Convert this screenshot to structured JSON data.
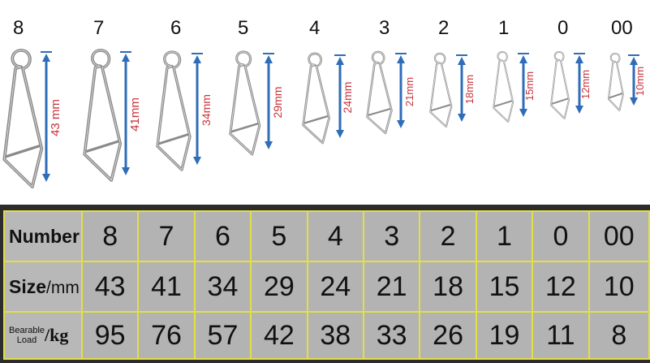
{
  "clips": [
    {
      "number": "8",
      "length": "43 mm"
    },
    {
      "number": "7",
      "length": "41mm"
    },
    {
      "number": "6",
      "length": "34mm"
    },
    {
      "number": "5",
      "length": "29mm"
    },
    {
      "number": "4",
      "length": "24mm"
    },
    {
      "number": "3",
      "length": "21mm"
    },
    {
      "number": "2",
      "length": "18mm"
    },
    {
      "number": "1",
      "length": "15mm"
    },
    {
      "number": "0",
      "length": "12mm"
    },
    {
      "number": "00",
      "length": "10mm"
    }
  ],
  "table": {
    "row_labels": {
      "number": "Number",
      "size_main": "Size",
      "size_unit": "/mm",
      "load_line1": "Bearable",
      "load_line2": "Load",
      "load_unit": "/kg"
    },
    "numbers": [
      "8",
      "7",
      "6",
      "5",
      "4",
      "3",
      "2",
      "1",
      "0",
      "00"
    ],
    "sizes": [
      "43",
      "41",
      "34",
      "29",
      "24",
      "21",
      "18",
      "15",
      "12",
      "10"
    ],
    "loads": [
      "95",
      "76",
      "57",
      "42",
      "38",
      "33",
      "26",
      "19",
      "11",
      "8"
    ]
  },
  "colors": {
    "arrow": "#2f6db8",
    "label": "#c8323a",
    "grid": "#e3df46",
    "cell": "#b3b3b3"
  }
}
